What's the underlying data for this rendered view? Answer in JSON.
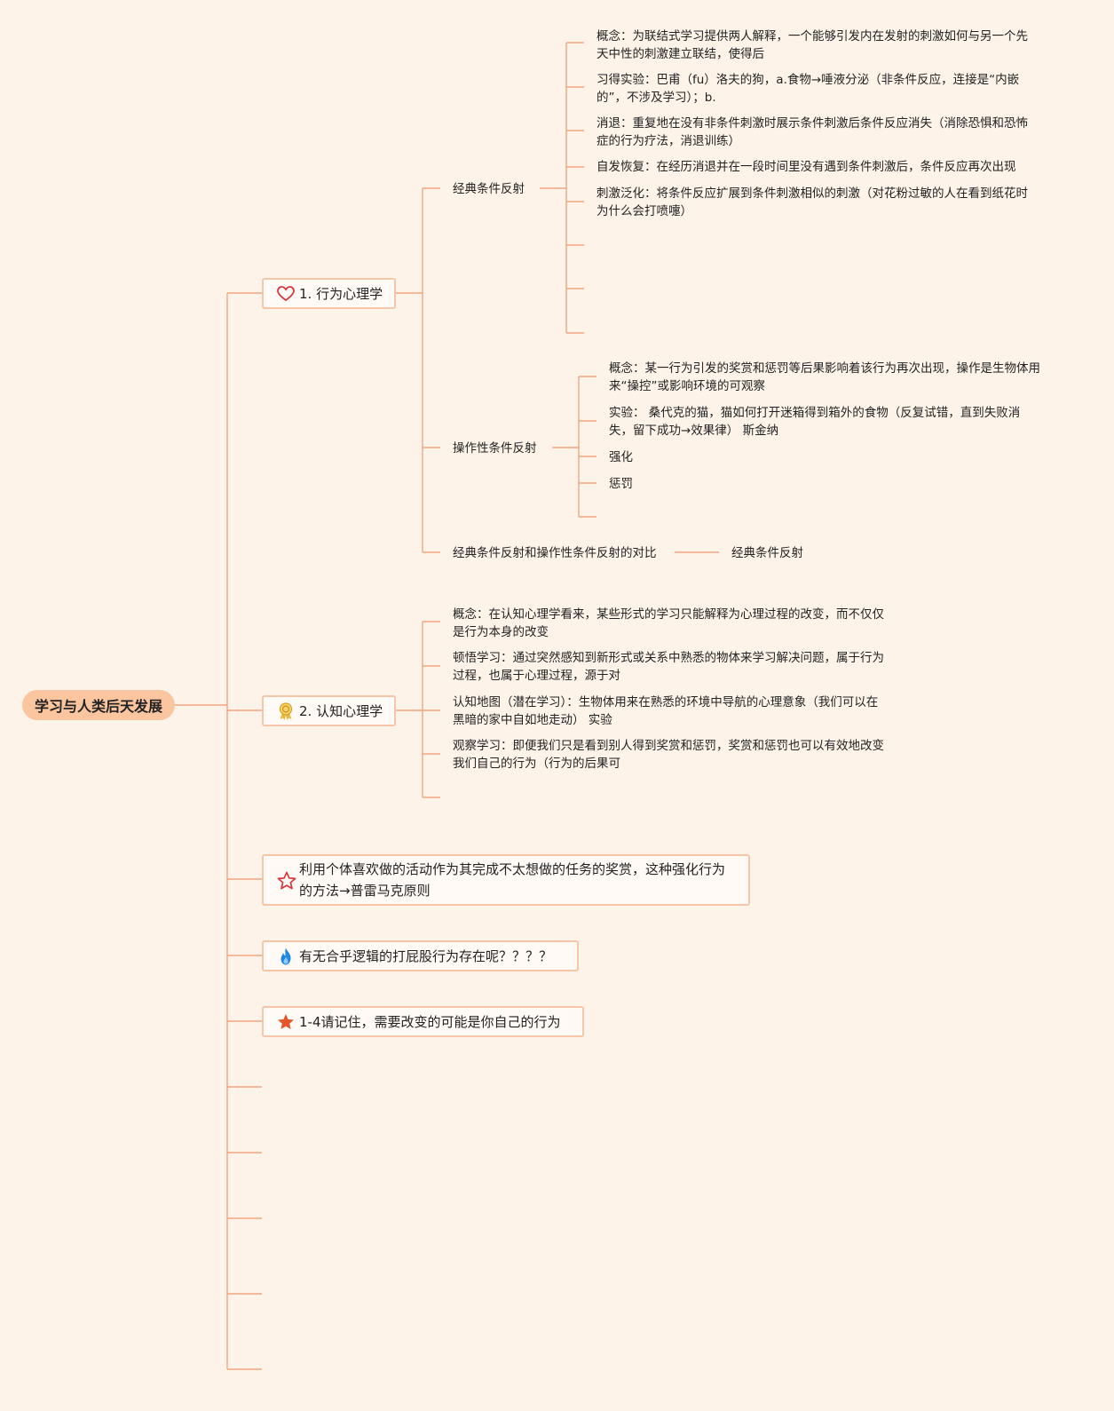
{
  "root": "学习与人类后天发展",
  "topics": {
    "behavior": "1. 行为心理学",
    "cognitive": "2. 认知心理学",
    "premack": "利用个体喜欢做的活动作为其完成不太想做的任务的奖赏，这种强化行为的方法→普雷马克原则",
    "spanking": "有无合乎逻辑的打屁股行为存在呢？？？？",
    "remember": "1-4请记住，需要改变的可能是你自己的行为"
  },
  "behavior": {
    "classical": {
      "label": "经典条件反射",
      "items": [
        "概念：为联结式学习提供两人解释，一个能够引发内在发射的刺激如何与另一个先天中性的刺激建立联结，使得后",
        "习得实验：巴甫（fu）洛夫的狗，a.食物→唾液分泌（非条件反应，连接是“内嵌的”，不涉及学习）；b.",
        "消退：重复地在没有非条件刺激时展示条件刺激后条件反应消失（消除恐惧和恐怖症的行为疗法，消退训练）",
        "自发恢复：在经历消退并在一段时间里没有遇到条件刺激后，条件反应再次出现",
        "刺激泛化：将条件反应扩展到条件刺激相似的刺激（对花粉过敏的人在看到纸花时为什么会打喷嚏）"
      ]
    },
    "operant": {
      "label": "操作性条件反射",
      "items": [
        "概念：某一行为引发的奖赏和惩罚等后果影响着该行为再次出现，操作是生物体用来“操控”或影响环境的可观察",
        "实验： 桑代克的猫，猫如何打开迷箱得到箱外的食物（反复试错，直到失败消失，留下成功→效果律） 斯金纳",
        "强化",
        "惩罚"
      ]
    },
    "compare": {
      "label": "经典条件反射和操作性条件反射的对比",
      "child": "经典条件反射"
    }
  },
  "cognitive": {
    "items": [
      "概念：在认知心理学看来，某些形式的学习只能解释为心理过程的改变，而不仅仅是行为本身的改变",
      "顿悟学习：通过突然感知到新形式或关系中熟悉的物体来学习解决问题，属于行为过程，也属于心理过程，源于对",
      "认知地图（潜在学习）：生物体用来在熟悉的环境中导航的心理意象（我们可以在黑暗的家中自如地走动） 实验",
      "观察学习：即便我们只是看到别人得到奖赏和惩罚，奖赏和惩罚也可以有效地改变我们自己的行为（行为的后果可"
    ]
  },
  "icons": {
    "behavior": "heart-icon",
    "cognitive": "award-icon",
    "premack": "star-outline-icon",
    "spanking": "flame-icon",
    "remember": "star-filled-icon"
  },
  "colors": {
    "background": "#fef3e9",
    "root_fill": "#fbc5a0",
    "line": "#f0a480",
    "box_border": "#f5c6a8"
  }
}
